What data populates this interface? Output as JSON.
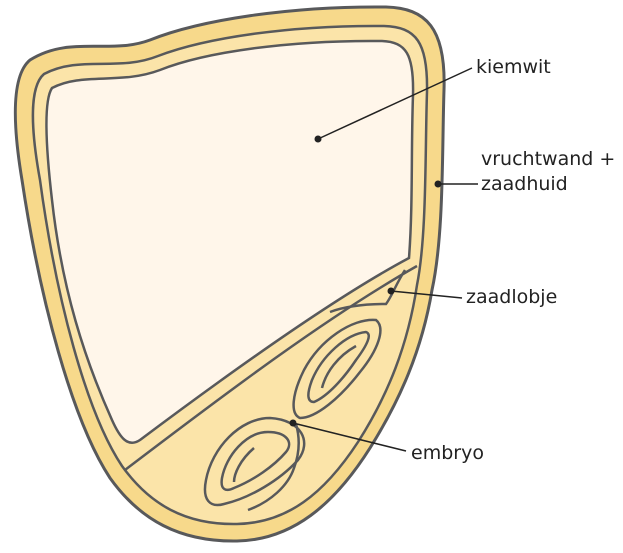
{
  "diagram": {
    "labels": {
      "kiemwit": "kiemwit",
      "vruchtwand_line1": "vruchtwand +",
      "vruchtwand_line2": "zaadhuid",
      "zaadlobje": "zaadlobje",
      "embryo": "embryo"
    },
    "colors": {
      "outline": "#58595b",
      "seed_coat": "#f7d98b",
      "endosperm": "#fff6ea",
      "embryo_region": "#fbe4a9",
      "label_text": "#222222",
      "background": "#ffffff"
    }
  }
}
